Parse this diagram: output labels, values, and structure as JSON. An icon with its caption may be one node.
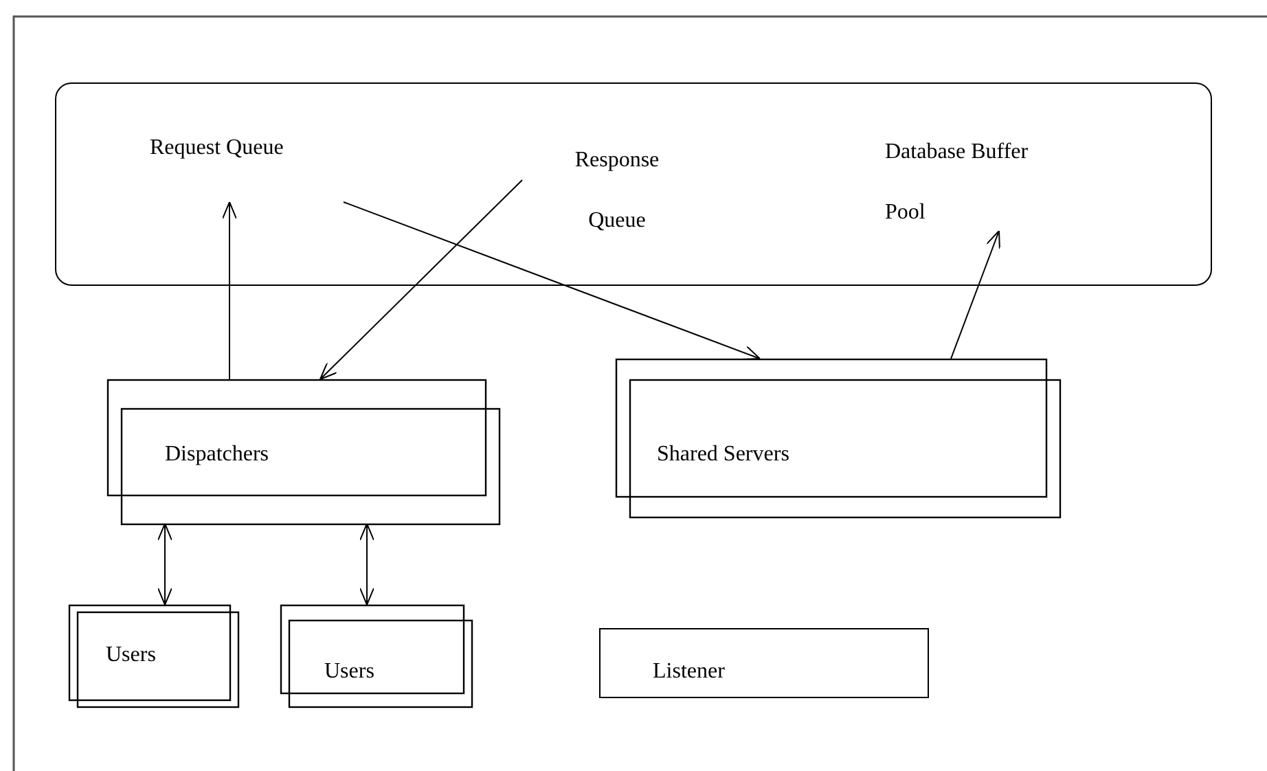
{
  "diagram": {
    "nodes": [
      {
        "text": [],
        "shape": "box"
      },
      {
        "text": [
          "Request Queue"
        ],
        "in": 0
      },
      {
        "text": [
          "Response Queue"
        ],
        "in": 0
      },
      {
        "text": [
          "Database Buffer Pool"
        ],
        "in": 0
      },
      {
        "text": [
          "Dispatchers"
        ]
      },
      {
        "text": [
          "Shared Servers"
        ]
      },
      {
        "text": [
          "Users"
        ]
      },
      {
        "text": [
          "Users"
        ]
      },
      {
        "text": [
          "Listener"
        ]
      }
    ],
    "edges": [
      {
        "from": 4,
        "to": 1,
        "arrow": "to"
      },
      {
        "from": 2,
        "to": 4,
        "arrow": "to"
      },
      {
        "from": 1,
        "to": 5,
        "arrow": "to"
      },
      {
        "from": 5,
        "to": 3,
        "arrow": "to"
      },
      {
        "from": 4,
        "to": 6,
        "arrow": "both"
      },
      {
        "from": 4,
        "to": 7,
        "arrow": "both"
      }
    ]
  }
}
